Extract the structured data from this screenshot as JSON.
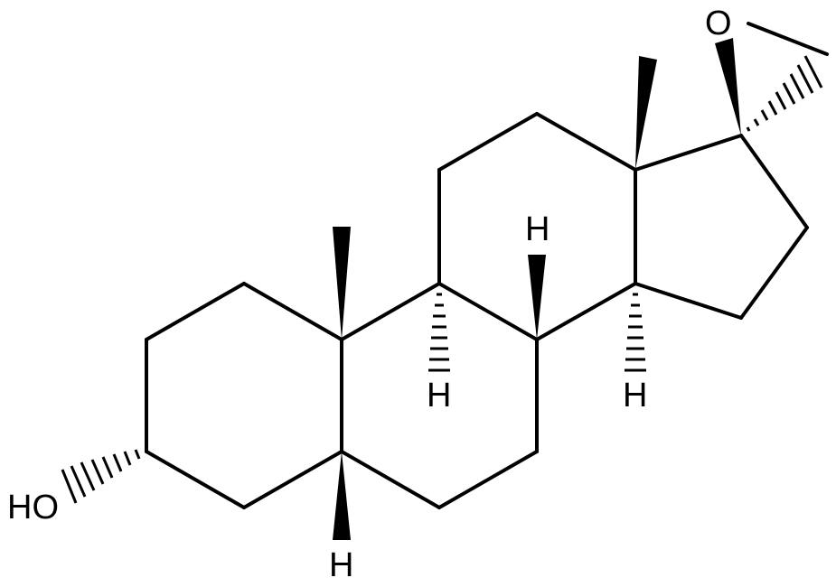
{
  "molecule": {
    "labels": {
      "hydroxyl": "HO",
      "epoxide_oxygen": "O",
      "h5": "H",
      "h9": "H",
      "h8": "H",
      "h14": "H"
    }
  }
}
